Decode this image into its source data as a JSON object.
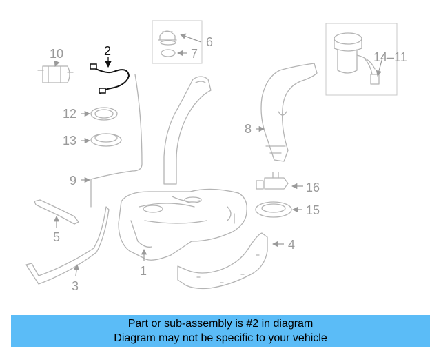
{
  "diagram": {
    "callouts": {
      "c1": "1",
      "c2": "2",
      "c3": "3",
      "c4": "4",
      "c5": "5",
      "c6": "6",
      "c7": "7",
      "c8": "8",
      "c9": "9",
      "c10": "10",
      "c11": "14–11",
      "c12": "12",
      "c13": "13",
      "c15": "15",
      "c16": "16"
    },
    "highlighted_part": "2"
  },
  "banner": {
    "line1": "Part or sub-assembly is #2 in diagram",
    "line2": "Diagram may not be specific to your vehicle",
    "color": "#5bbcf7"
  }
}
